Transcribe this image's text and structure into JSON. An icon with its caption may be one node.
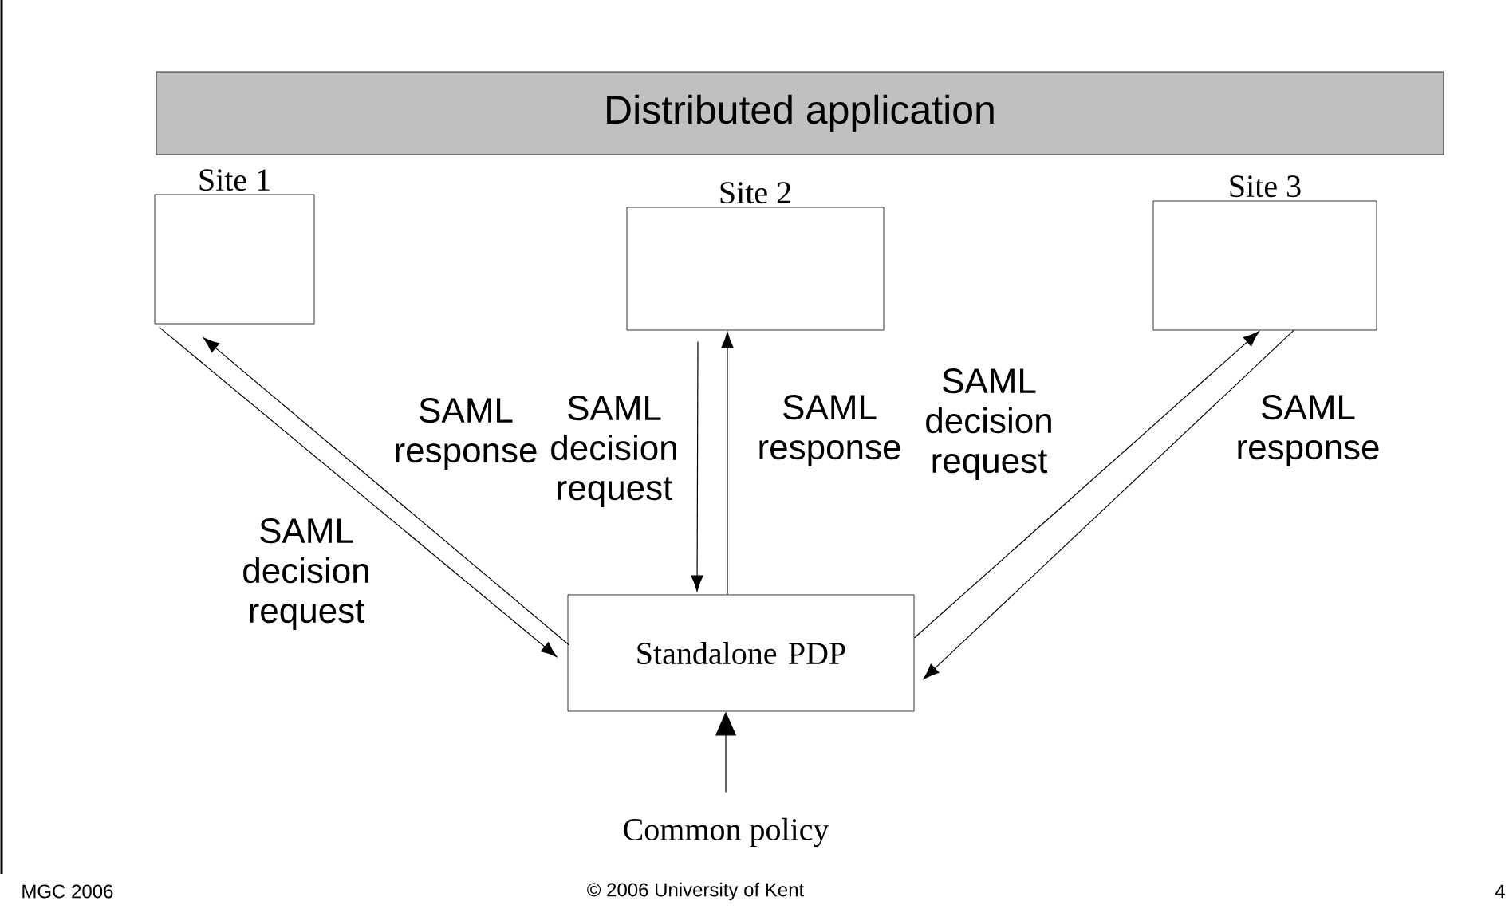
{
  "diagram": {
    "nodes": [
      {
        "text": [
          "Distributed application"
        ]
      },
      {
        "text": [
          "Site 1"
        ]
      },
      {
        "text": [
          "Site 2"
        ]
      },
      {
        "text": [
          "Site 3"
        ]
      },
      {
        "text": [
          "Standalone PDP"
        ]
      },
      {
        "text": [
          "Common policy"
        ]
      }
    ],
    "edges": [
      {
        "from": 1,
        "to": 4,
        "arrow": "to",
        "label": "SAML decision request"
      },
      {
        "from": 4,
        "to": 1,
        "arrow": "to",
        "label": "SAML response"
      },
      {
        "from": 2,
        "to": 4,
        "arrow": "to",
        "label": "SAML decision request"
      },
      {
        "from": 4,
        "to": 2,
        "arrow": "to",
        "label": "SAML response"
      },
      {
        "from": 4,
        "to": 3,
        "arrow": "to",
        "label": "SAML decision request"
      },
      {
        "from": 3,
        "to": 4,
        "arrow": "to",
        "label": "SAML response"
      },
      {
        "from": 5,
        "to": 4,
        "arrow": "to"
      }
    ],
    "labels": [
      "MGC 2006",
      "© 2006 University of Kent",
      "4"
    ]
  }
}
